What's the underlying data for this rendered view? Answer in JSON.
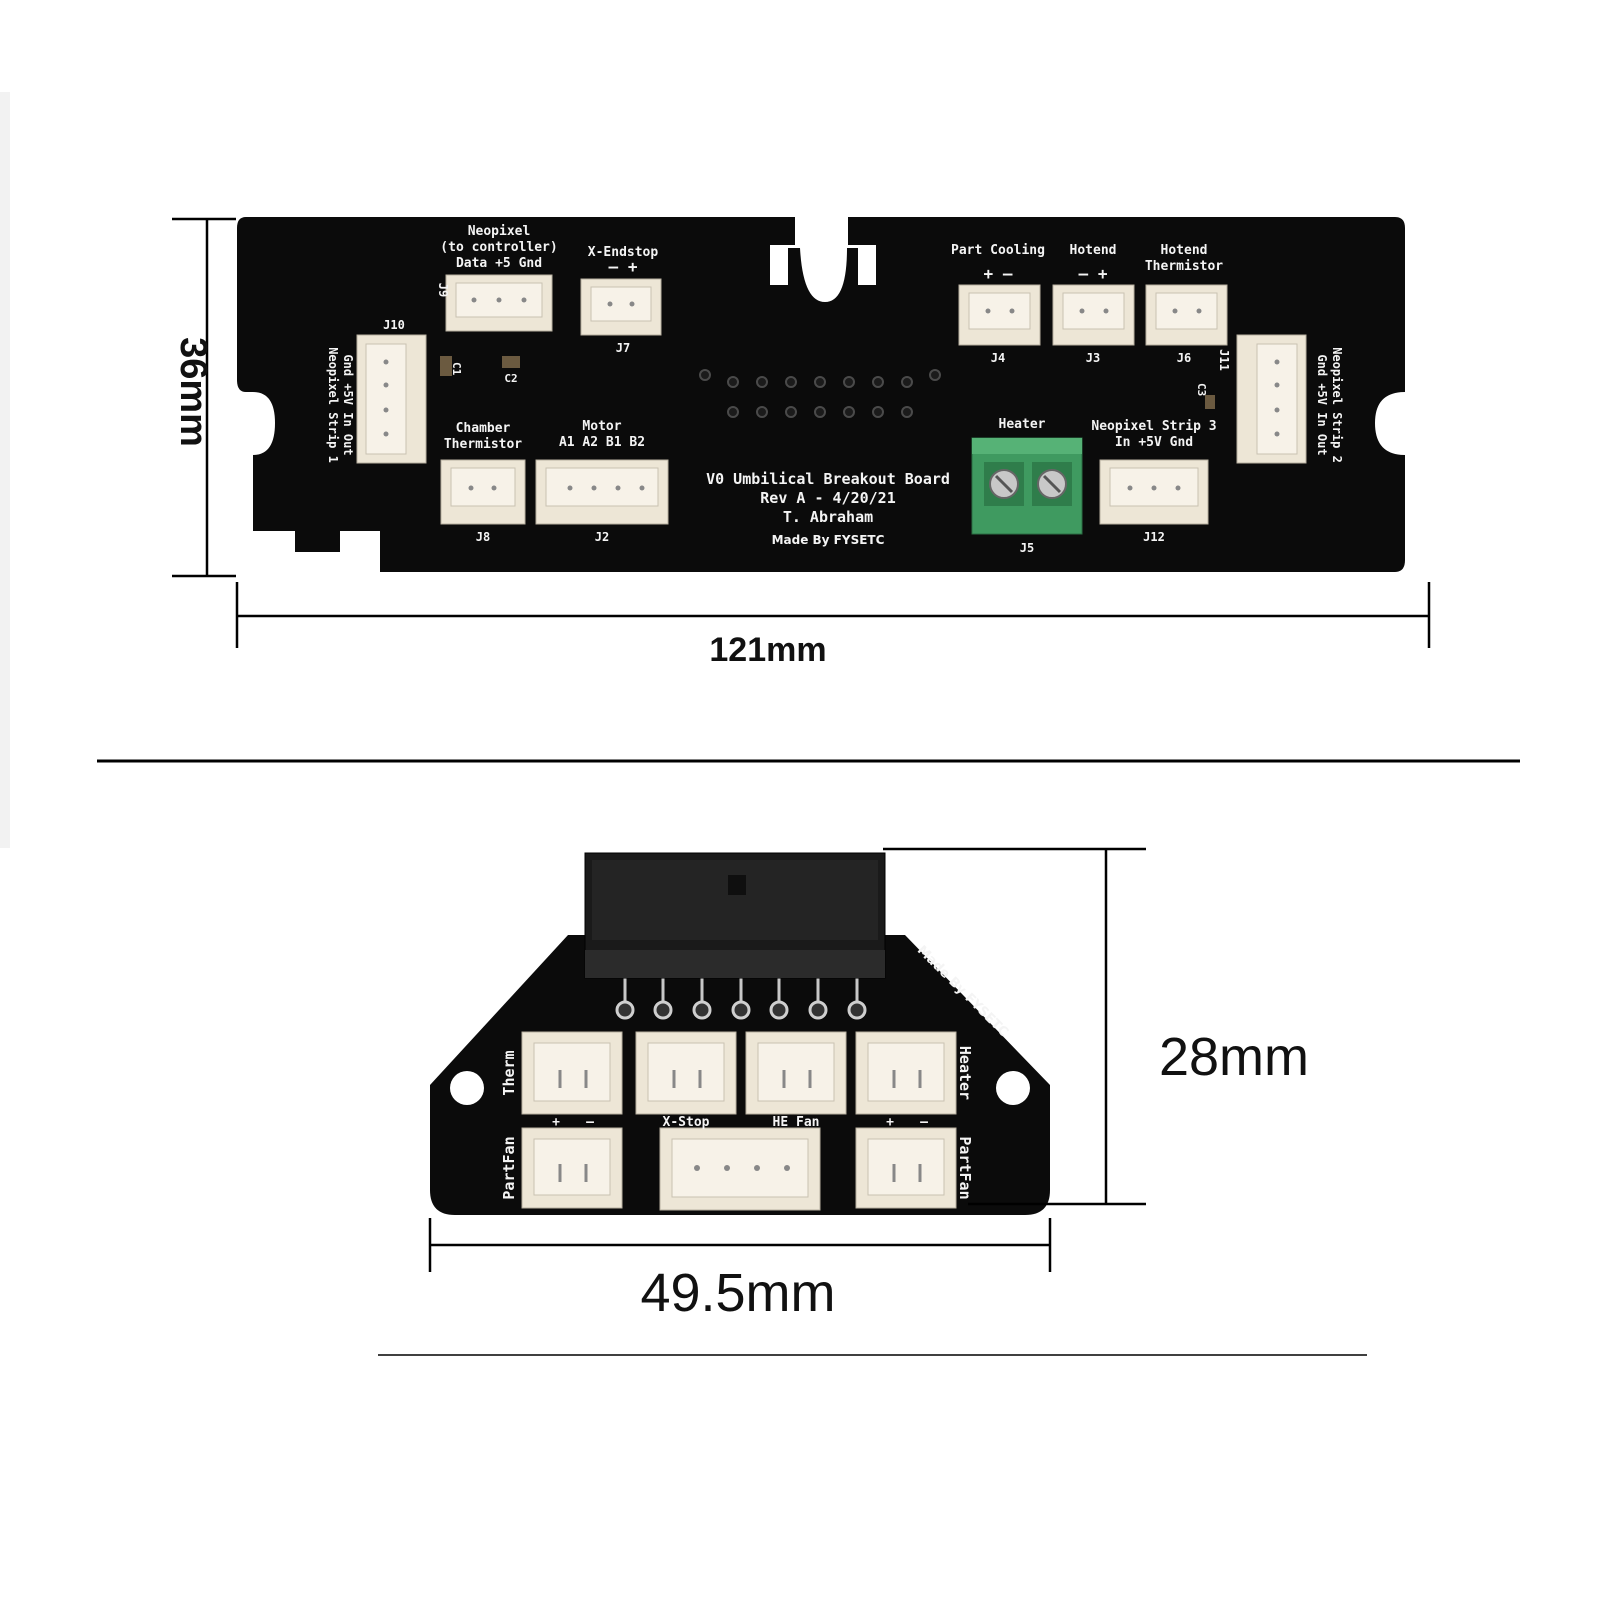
{
  "colors": {
    "pcb": "#0b0b0b",
    "connector": "#ede6d6",
    "terminal": "#3f9a60",
    "silkscreen": "#f4f4f4",
    "dimension_line": "#000000"
  },
  "dimensions": {
    "board1_height": "36mm",
    "board1_width": "121mm",
    "board2_height": "28mm",
    "board2_width": "49.5mm"
  },
  "board1": {
    "title_lines": [
      "V0 Umbilical Breakout Board",
      "Rev A - 4/20/21",
      "T. Abraham",
      "Made By FYSETC"
    ],
    "j9_lines": [
      "Neopixel",
      "(to controller)",
      "Data +5 Gnd"
    ],
    "j9": "J9",
    "x_endstop": "X-Endstop",
    "x_endstop_pol": "–  +",
    "j7": "J7",
    "j10": "J10",
    "j10_side_lines": [
      "Gnd +5V In Out",
      "Neopixel Strip 1"
    ],
    "c1": "C1",
    "c2": "C2",
    "chamber_lines": [
      "Chamber",
      "Thermistor"
    ],
    "j8": "J8",
    "motor_lines": [
      "Motor",
      "A1 A2 B1 B2"
    ],
    "j2": "J2",
    "part_cooling": "Part Cooling",
    "part_cooling_pol": "+  –",
    "j4": "J4",
    "hotend": "Hotend",
    "hotend_pol": "–  +",
    "j3": "J3",
    "hotend_therm_lines": [
      "Hotend",
      "Thermistor"
    ],
    "j6": "J6",
    "j11": "J11",
    "c3": "C3",
    "j11_side_lines": [
      "Gnd +5V In Out",
      "Neopixel Strip 2"
    ],
    "heater": "Heater",
    "j5": "J5",
    "neo3_lines": [
      "Neopixel Strip 3",
      "In +5V Gnd"
    ],
    "j12": "J12"
  },
  "board2": {
    "made_by": "Made By FYSETC",
    "therm": "Therm",
    "partfan_left": "PartFan",
    "heater": "Heater",
    "partfan_right": "PartFan",
    "xstop": "X-Stop",
    "hefan": "HE Fan",
    "plus": "+",
    "minus": "–"
  }
}
